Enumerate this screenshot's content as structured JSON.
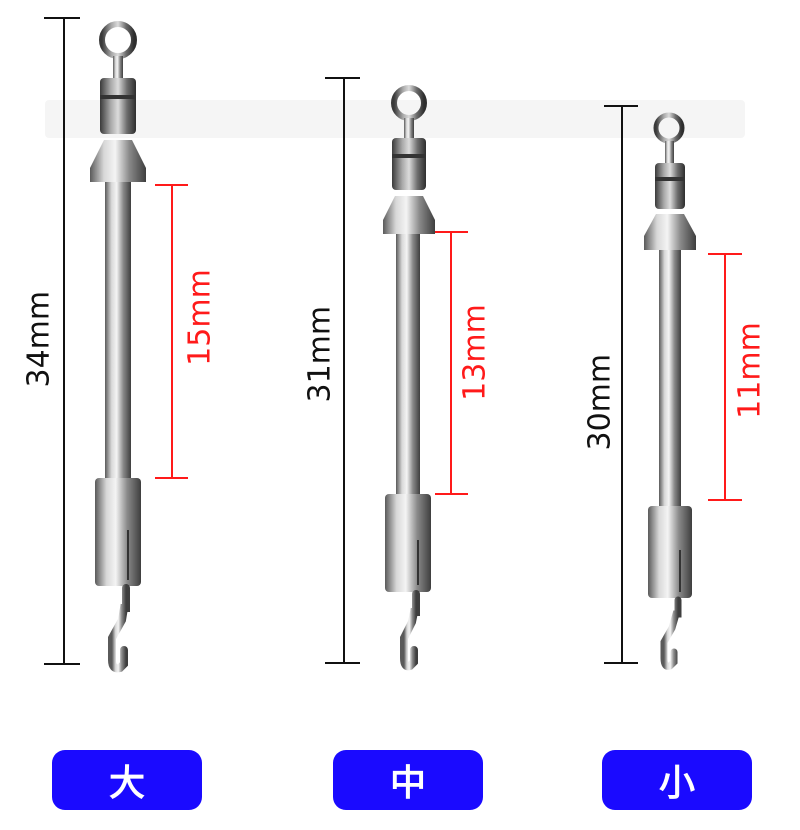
{
  "image": {
    "background": "#ffffff",
    "watermark_text": "…"
  },
  "colors": {
    "dimension_line": "#111111",
    "range_line": "#ff1a1a",
    "button": "#1a0aff",
    "button_text": "#ffffff"
  },
  "products": [
    {
      "size_label": "大",
      "overall_length": "34mm",
      "working_range": "15mm"
    },
    {
      "size_label": "中",
      "overall_length": "31mm",
      "working_range": "13mm"
    },
    {
      "size_label": "小",
      "overall_length": "30mm",
      "working_range": "11mm"
    }
  ]
}
